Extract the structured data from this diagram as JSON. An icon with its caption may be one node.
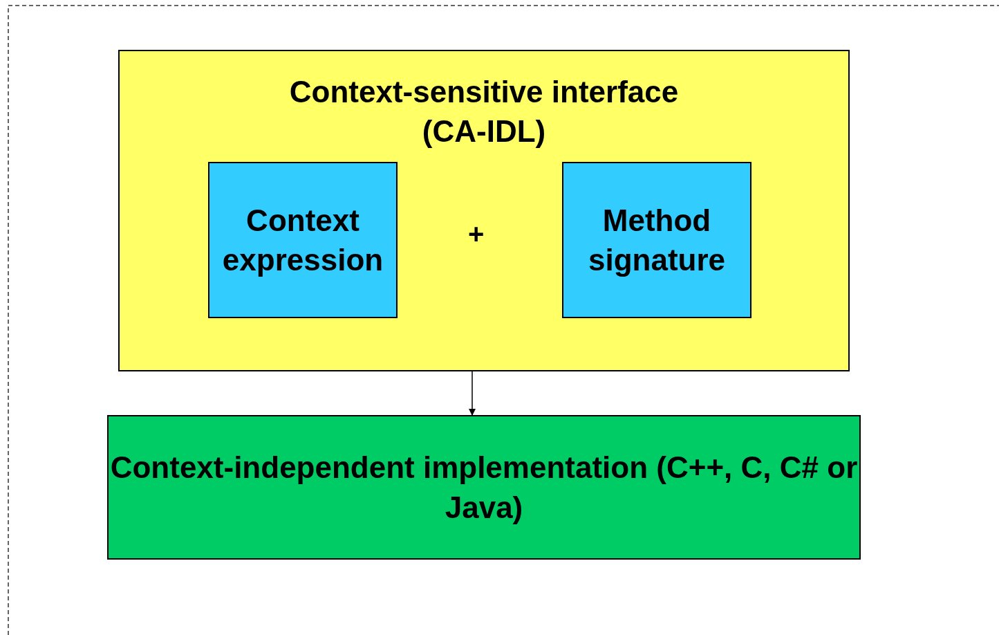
{
  "diagram": {
    "nodes": [
      {
        "text": [
          "Context-sensitive interface (CA-IDL)"
        ]
      },
      {
        "text": [
          "Context expression"
        ],
        "in": 0
      },
      {
        "text": [
          "Method signature"
        ],
        "in": 0
      },
      {
        "text": [
          "Context-independent implementation (C++, C, C# or Java)"
        ]
      }
    ],
    "edges": [
      {
        "from": 0,
        "to": 3,
        "arrow": "to"
      }
    ],
    "labels": [
      "+"
    ]
  }
}
